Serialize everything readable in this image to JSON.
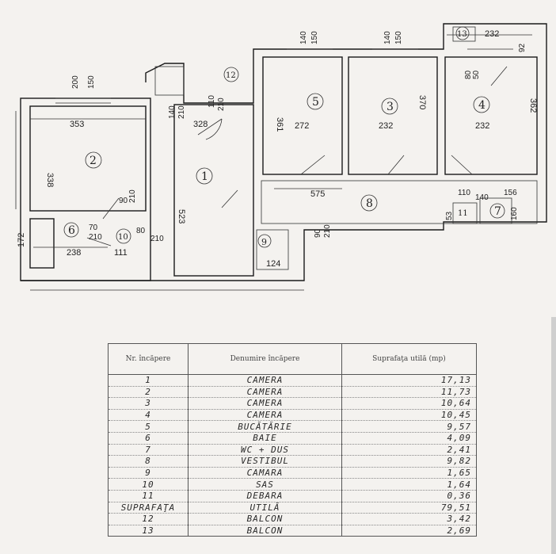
{
  "plan": {
    "dimensions": {
      "d200": "200",
      "d150a": "150",
      "d353": "353",
      "d338": "338",
      "d140a": "140",
      "d210a": "210",
      "d328": "328",
      "d110": "110",
      "d210b": "210",
      "d140b": "140",
      "d150b": "150",
      "d361": "361",
      "d272": "272",
      "d140c": "140",
      "d150c": "150",
      "d370": "370",
      "d232a": "232",
      "d232b": "232",
      "d362": "362",
      "d232c": "232",
      "d92": "92",
      "d80": "80",
      "d50": "50",
      "d523": "523",
      "d575": "575",
      "d90a": "90",
      "d210c": "210",
      "d172": "172",
      "d238": "238",
      "d111": "111",
      "d70": "70",
      "d210d": "210",
      "d80b": "80",
      "d210e": "210",
      "d124": "124",
      "d90b": "90",
      "d210f": "210",
      "d156": "156",
      "d160": "160",
      "d53": "53",
      "d110b": "110",
      "d140d": "140"
    },
    "rooms": {
      "r1": "1",
      "r2": "2",
      "r3": "3",
      "r4": "4",
      "r5": "5",
      "r6": "6",
      "r7": "7",
      "r8": "8",
      "r9": "9",
      "r10": "10",
      "r11": "11",
      "r12": "12",
      "r13": "13"
    }
  },
  "table": {
    "headers": {
      "nr": "Nr. încăpere",
      "name": "Denumire încăpere",
      "area": "Suprafaţa utilă (mp)"
    },
    "rows": [
      {
        "nr": "1",
        "name": "CAMERA",
        "area": "17,13"
      },
      {
        "nr": "2",
        "name": "CAMERA",
        "area": "11,73"
      },
      {
        "nr": "3",
        "name": "CAMERA",
        "area": "10,64"
      },
      {
        "nr": "4",
        "name": "CAMERA",
        "area": "10,45"
      },
      {
        "nr": "5",
        "name": "BUCĂTĂRIE",
        "area": "9,57"
      },
      {
        "nr": "6",
        "name": "BAIE",
        "area": "4,09"
      },
      {
        "nr": "7",
        "name": "WC + DUS",
        "area": "2,41"
      },
      {
        "nr": "8",
        "name": "VESTIBUL",
        "area": "9,82"
      },
      {
        "nr": "9",
        "name": "CAMARA",
        "area": "1,65"
      },
      {
        "nr": "10",
        "name": "SAS",
        "area": "1,64"
      },
      {
        "nr": "11",
        "name": "DEBARA",
        "area": "0,36"
      },
      {
        "nr": "SUPRAFAŢA",
        "name": "UTILĂ",
        "area": "79,51"
      },
      {
        "nr": "12",
        "name": "BALCON",
        "area": "3,42"
      },
      {
        "nr": "13",
        "name": "BALCON",
        "area": "2,69"
      }
    ]
  }
}
